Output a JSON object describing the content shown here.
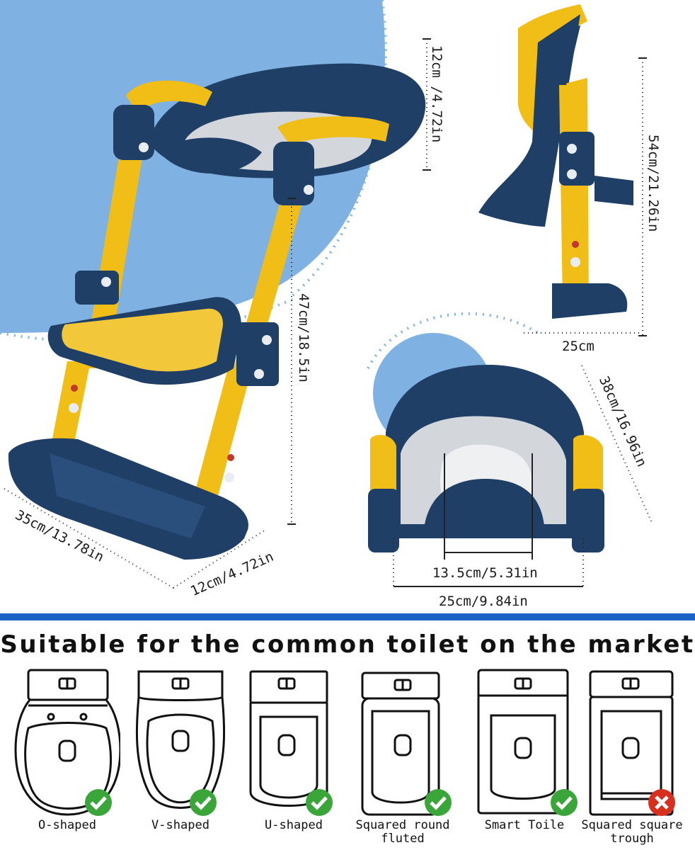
{
  "dimensions": {
    "seat_height": "12cm /4.72in",
    "total_height": "47cm/18.5in",
    "base_length": "35cm/13.78in",
    "step_depth": "12cm/4.72in",
    "side_height": "54cm/21.26in",
    "side_width": "25cm",
    "seat_length": "38cm/16.96in",
    "inner_width": "13.5cm/5.31in",
    "outer_width": "25cm/9.84in"
  },
  "headline": "Suitable for the common toilet on the market",
  "toilets": [
    {
      "label": "O-shaped",
      "status": "check"
    },
    {
      "label": "V-shaped",
      "status": "check"
    },
    {
      "label": "U-shaped",
      "status": "check"
    },
    {
      "label": "Squared round fluted",
      "status": "check"
    },
    {
      "label": "Smart Toile",
      "status": "check"
    },
    {
      "label": "Squared square trough",
      "status": "cross"
    }
  ],
  "colors": {
    "navy": "#1f3f66",
    "yellow": "#f1bd17",
    "light_blue": "#7fb2e3",
    "check": "#3aa63a",
    "cross": "#d7301f",
    "band": "#1e63c8"
  }
}
